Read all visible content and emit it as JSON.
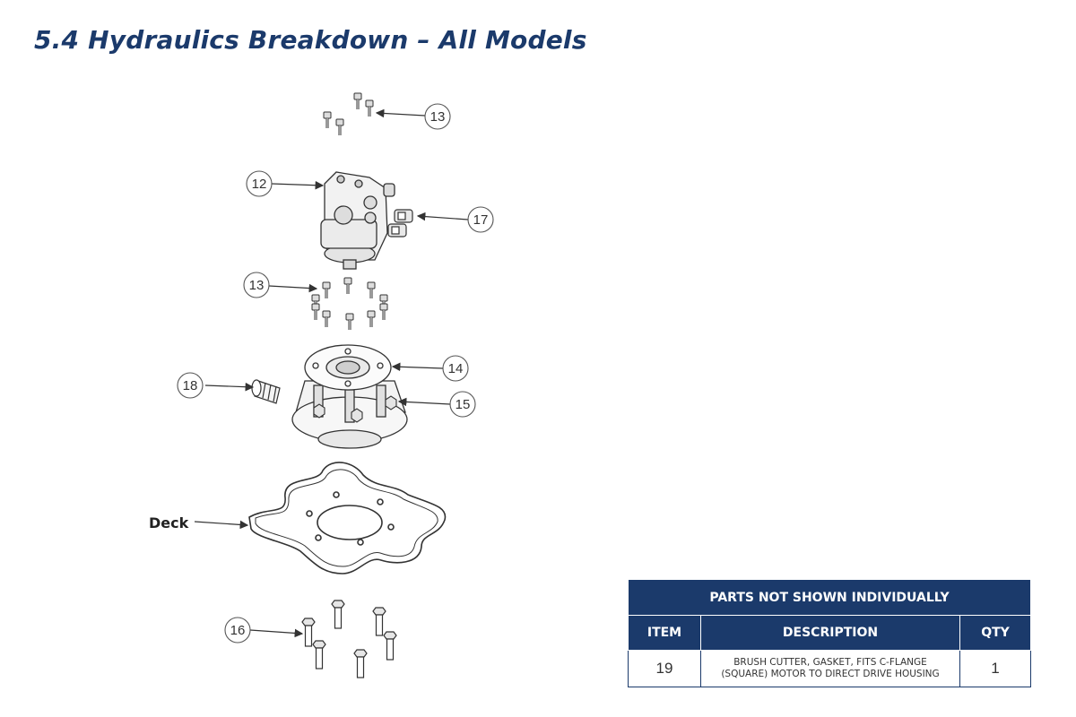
{
  "page": {
    "title": "5.4 Hydraulics Breakdown – All Models"
  },
  "diagram": {
    "callouts": [
      "13",
      "12",
      "17",
      "13",
      "14",
      "18",
      "15",
      "16"
    ],
    "deck_label": "Deck"
  },
  "parts_table": {
    "caption": "PARTS NOT SHOWN INDIVIDUALLY",
    "headers": {
      "item": "ITEM",
      "description": "DESCRIPTION",
      "qty": "QTY"
    },
    "rows": [
      {
        "item": "19",
        "description_line1": "BRUSH CUTTER, GASKET, FITS C-FLANGE",
        "description_line2": "(SQUARE) MOTOR TO DIRECT DRIVE HOUSING",
        "qty": "1"
      }
    ]
  },
  "colors": {
    "header_navy": "#1b3a6b",
    "line": "#333333"
  }
}
